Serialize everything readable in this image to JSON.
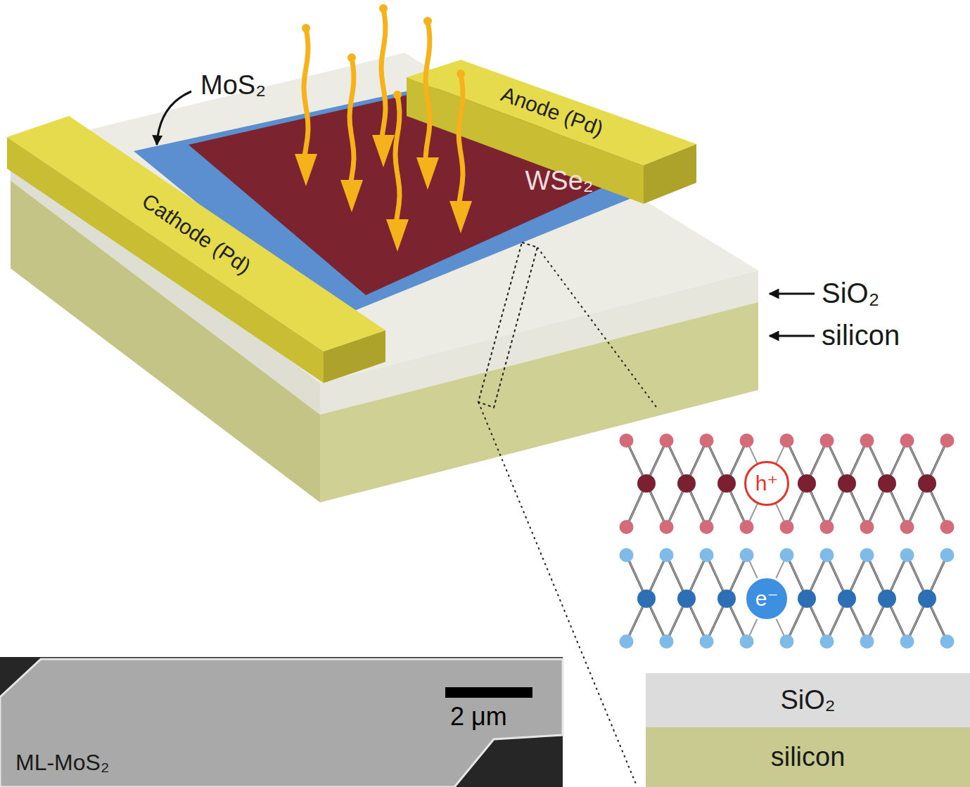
{
  "diagram": {
    "nodes": [
      {
        "text": [
          "Cathode (Pd)"
        ]
      },
      {
        "text": [
          "Anode (Pd)"
        ]
      },
      {
        "text": [
          "WSe₂"
        ]
      },
      {
        "text": [
          "h⁺"
        ]
      },
      {
        "text": [
          "e⁻"
        ]
      },
      {
        "text": [
          "SiO₂"
        ]
      },
      {
        "text": [
          "silicon"
        ]
      },
      {
        "text": [
          "2 μm",
          "ML-MoS₂"
        ]
      }
    ],
    "labels": [
      "MoS₂",
      "SiO₂",
      "silicon"
    ]
  }
}
